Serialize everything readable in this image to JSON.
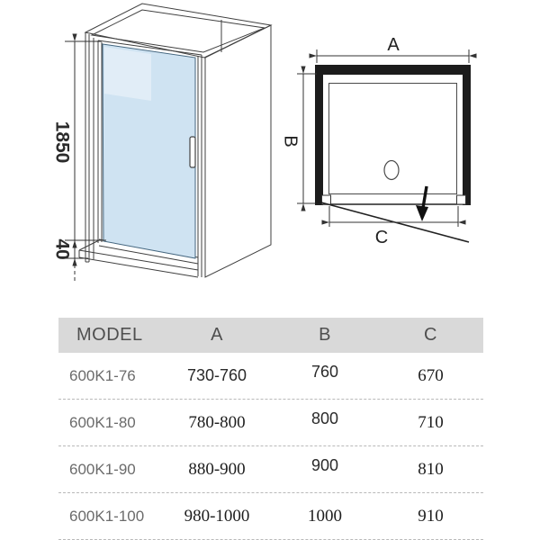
{
  "colors": {
    "glass": "#cfe3f2",
    "wall": "#1c1c1c",
    "header_bg": "#d9d9d9"
  },
  "iso_view": {
    "height_dim": "1850",
    "base_dim": "40"
  },
  "plan_view": {
    "width_dim": "A",
    "depth_dim": "B",
    "door_dim": "C"
  },
  "table": {
    "headers": [
      "MODEL",
      "A",
      "B",
      "C"
    ],
    "rows": [
      {
        "model": "600K1-76",
        "a": "730-760",
        "b": "760",
        "c": "670"
      },
      {
        "model": "600K1-80",
        "a": "780-800",
        "b": "800",
        "c": "710"
      },
      {
        "model": "600K1-90",
        "a": "880-900",
        "b": "900",
        "c": "810"
      },
      {
        "model": "600K1-100",
        "a": "980-1000",
        "b": "1000",
        "c": "910"
      }
    ]
  }
}
